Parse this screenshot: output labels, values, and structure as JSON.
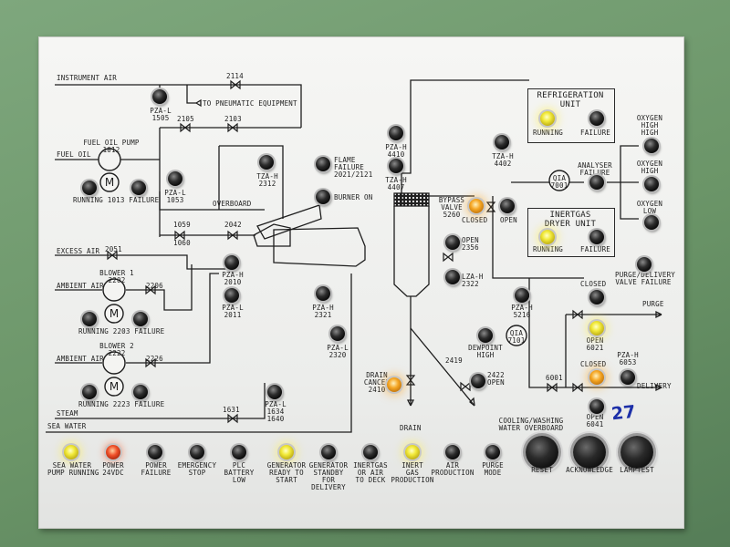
{
  "panel": {
    "labels": {
      "instrument_air": "INSTRUMENT AIR",
      "to_pneumatic": "TO PNEUMATIC EQUIPMENT",
      "pza_l_1505": "PZA-L\n1505",
      "v2114": "2114",
      "v2105": "2105",
      "v2103": "2103",
      "fuel_oil_pump": "FUEL OIL PUMP\n1012",
      "fuel_oil": "FUEL OIL",
      "running_1013_failure": "RUNNING 1013 FAILURE",
      "pza_l_1053": "PZA-L\n1053",
      "tza_h_2312": "TZA-H\n2312",
      "overboard": "OVERBOARD",
      "flame_failure": "FLAME\nFAILURE\n2021/2121",
      "burner_on": "BURNER ON",
      "v1059": "1059",
      "v1060": "1060",
      "v2042": "2042",
      "excess_air": "EXCESS AIR",
      "v2051": "2051",
      "blower_1": "BLOWER 1\n2202",
      "ambient_air_1": "AMBIENT AIR",
      "v2206": "2206",
      "running_2203_failure": "RUNNING 2203 FAILURE",
      "pza_h_2010": "PZA-H\n2010",
      "pza_l_2011": "PZA-L\n2011",
      "blower_2": "BLOWER 2\n2222",
      "ambient_air_2": "AMBIENT AIR",
      "v2226": "2226",
      "running_2223_failure": "RUNNING 2223 FAILURE",
      "steam": "STEAM",
      "v1631": "1631",
      "pza_l_1634": "PZA-L\n1634\n1640",
      "sea_water": "SEA WATER",
      "pza_h_4410": "PZA-H\n4410",
      "tza_h_4407": "TZA-H\n4407",
      "pza_h_2321": "PZA-H\n2321",
      "pza_l_2320": "PZA-L\n2320",
      "open_2356": "OPEN\n2356",
      "lza_h_2322": "LZA-H\n2322",
      "bypass_valve": "BYPASS\nVALVE\n5260",
      "closed_bypass": "CLOSED",
      "open_bypass": "OPEN",
      "tza_h_4402": "TZA-H\n4402",
      "qia_7001": "QIA\n7001",
      "analyser_failure": "ANALYSER\nFAILURE",
      "refrigeration_unit": "REFRIGERATION\nUNIT",
      "refrig_running": "RUNNING",
      "refrig_failure": "FAILURE",
      "oxygen_high_high": "OXYGEN\nHIGH\nHIGH",
      "oxygen_high": "OXYGEN\nHIGH",
      "oxygen_low": "OXYGEN\nLOW",
      "inertgas_dryer_unit": "INERTGAS\nDRYER UNIT",
      "dryer_running": "RUNNING",
      "dryer_failure": "FAILURE",
      "purge_delivery_failure": "PURGE/DELIVERY\nVALVE FAILURE",
      "pza_h_5216": "PZA-H\n5216",
      "qia_7101": "QIA\n7101",
      "dewpoint_high": "DEWPOINT\nHIGH",
      "closed_6021": "CLOSED",
      "purge": "PURGE",
      "open_6021": "OPEN\n6021",
      "closed_6041": "CLOSED",
      "pza_h_6053": "PZA-H\n6053",
      "delivery": "DELIVERY",
      "v6001": "6001",
      "open_6041": "OPEN\n6041",
      "drain_cancel": "DRAIN\nCANCEL\n2410",
      "v2419": "2419",
      "open_2422": "2422\nOPEN",
      "drain": "DRAIN",
      "cooling_overboard": "COOLING/WASHING\nWATER OVERBOARD"
    },
    "bottom_lamps": [
      {
        "label": "SEA WATER\nPUMP RUNNING"
      },
      {
        "label": "POWER\n24VDC"
      },
      {
        "label": "POWER\nFAILURE"
      },
      {
        "label": "EMERGENCY\nSTOP"
      },
      {
        "label": "PLC\nBATTERY\nLOW"
      },
      {
        "label": "GENERATOR\nREADY TO\nSTART"
      },
      {
        "label": "GENERATOR\nSTANDBY\nFOR\nDELIVERY"
      },
      {
        "label": "INERTGAS\nOR AIR\nTO DECK"
      },
      {
        "label": "INERT\nGAS\nPRODUCTION"
      },
      {
        "label": "AIR\nPRODUCTION"
      },
      {
        "label": "PURGE\nMODE"
      }
    ],
    "buttons": {
      "reset": "RESET",
      "acknowledge": "ACKNOWLEDGE",
      "lamptest": "LAMPTEST"
    },
    "handwritten": "27"
  },
  "colors": {
    "lamp_yellow": "#f2ea3a",
    "lamp_orange": "#f5a623",
    "lamp_red": "#f0502a",
    "panel": "#f1f1ef",
    "line": "#1e1e1e"
  }
}
